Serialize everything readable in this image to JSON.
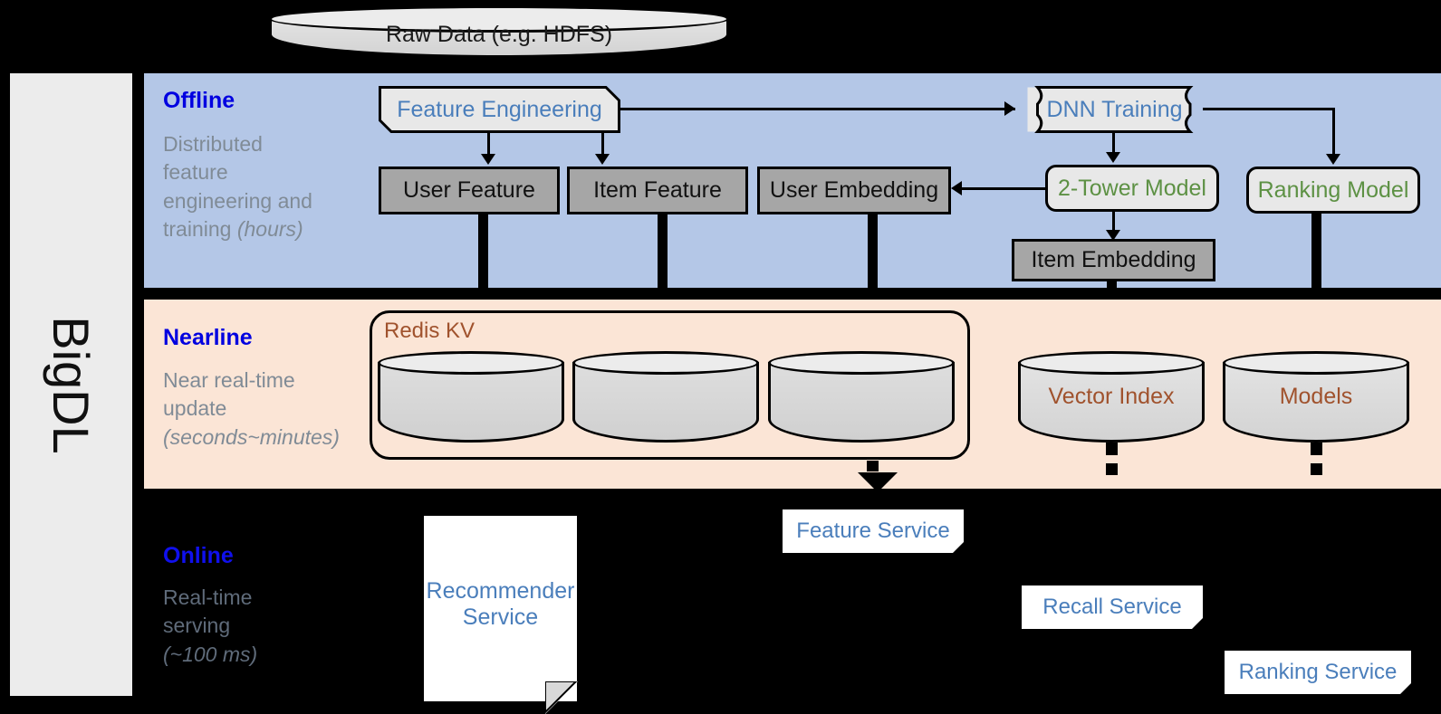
{
  "framework": {
    "name": "BigDL"
  },
  "source": {
    "label": "Raw Data (e.g. HDFS)"
  },
  "bands": {
    "offline": {
      "title": "Offline",
      "subtitle_line1": "Distributed",
      "subtitle_line2": "feature",
      "subtitle_line3": "engineering and",
      "subtitle_line4": "training ",
      "subtitle_italic": "(hours)"
    },
    "nearline": {
      "title": "Nearline",
      "subtitle_line1": "Near real-time",
      "subtitle_line2": "update",
      "subtitle_italic": "(seconds~minutes)"
    },
    "online": {
      "title": "Online",
      "subtitle_line1": "Real-time",
      "subtitle_line2": "serving",
      "subtitle_italic": "(~100 ms)"
    }
  },
  "offline_nodes": {
    "feature_engineering": "Feature Engineering",
    "dnn_training": "DNN Training",
    "user_feature": "User Feature",
    "item_feature": "Item Feature",
    "user_embedding": "User Embedding",
    "two_tower_model": "2-Tower Model",
    "ranking_model": "Ranking Model",
    "item_embedding": "Item Embedding"
  },
  "nearline_nodes": {
    "redis_kv": "Redis KV",
    "store_user_feature": "",
    "store_item_feature": "",
    "store_user_embedding": "",
    "vector_index": "Vector Index",
    "models": "Models"
  },
  "online_nodes": {
    "recommender_service_line1": "Recommender",
    "recommender_service_line2": "Service",
    "feature_service": "Feature Service",
    "recall_service": "Recall Service",
    "ranking_service": "Ranking Service"
  },
  "colors": {
    "offline_band": "#b4c7e7",
    "nearline_band": "#fbe5d6",
    "online_band": "#000000",
    "band_title": "#0000e0",
    "band_subtitle": "#808b96",
    "process_text": "#4a7ebb",
    "model_text": "#5d9144",
    "store_text": "#a0522d",
    "data_box": "#a6a6a6",
    "rail": "#ececec"
  }
}
